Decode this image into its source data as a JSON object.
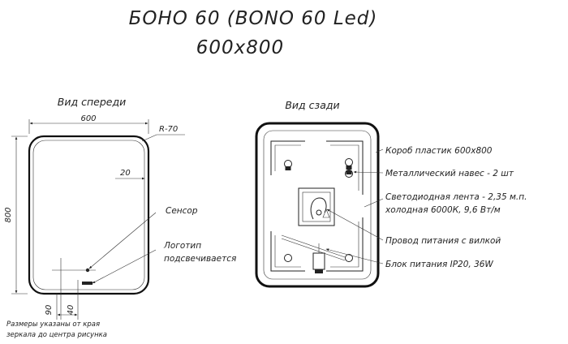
{
  "title": {
    "line1": "БОНО 60 (BONO 60 Led)",
    "line2": "600x800"
  },
  "front_view": {
    "caption": "Вид спереди",
    "width_dim": "600",
    "height_dim": "800",
    "radius_dim": "R-70",
    "inset_dim": "20",
    "bottom_dim_a": "90",
    "bottom_dim_b": "40",
    "sensor_label": "Сенсор",
    "logo_label_line1": "Логотип",
    "logo_label_line2": "подсвечивается",
    "note_line1": "Размеры указаны от края",
    "note_line2": "зеркала до центра рисунка"
  },
  "back_view": {
    "caption": "Вид сзади",
    "callouts": [
      {
        "line1": "Короб пластик 600x800",
        "line2": ""
      },
      {
        "line1": "Металлический навес - 2 шт",
        "line2": ""
      },
      {
        "line1": "Светодиодная лента - 2,35 м.п.",
        "line2": "холодная 6000К, 9,6 Вт/м"
      },
      {
        "line1": "Провод питания с вилкой",
        "line2": ""
      },
      {
        "line1": "Блок питания IP20, 36W",
        "line2": ""
      }
    ]
  }
}
